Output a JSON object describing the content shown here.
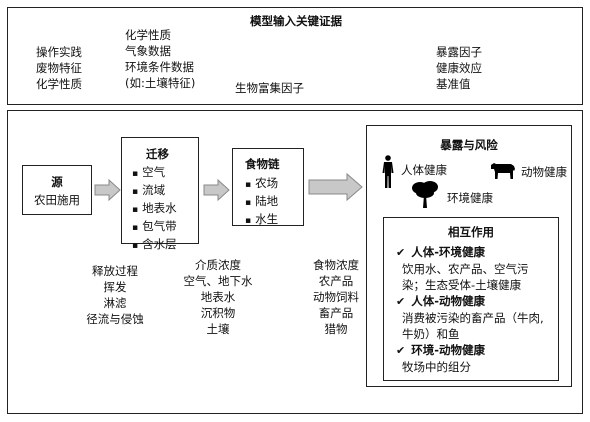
{
  "top_panel": {
    "title": "模型输入关键证据",
    "col1": [
      "操作实践",
      "废物特征",
      "化学性质"
    ],
    "col2": [
      "化学性质",
      "气象数据",
      "环境条件数据",
      "(如:土壤特征)"
    ],
    "col3": [
      "生物富集因子"
    ],
    "col4": [
      "暴露因子",
      "健康效应",
      "基准值"
    ]
  },
  "source": {
    "title": "源",
    "text": "农田施用",
    "notes": [
      "释放过程",
      "挥发",
      "淋滤",
      "径流与侵蚀"
    ]
  },
  "migration": {
    "title": "迁移",
    "items": [
      "空气",
      "流域",
      "地表水",
      "包气带",
      "含水层"
    ],
    "notes": [
      "介质浓度",
      "空气、地下水",
      "地表水",
      "沉积物",
      "土壤"
    ]
  },
  "food_chain": {
    "title": "食物链",
    "items": [
      "农场",
      "陆地",
      "水生"
    ],
    "notes": [
      "食物浓度",
      "农产品",
      "动物饲料",
      "畜产品",
      "猎物"
    ]
  },
  "exposure": {
    "title": "暴露与风险",
    "human_health": "人体健康",
    "animal_health": "动物健康",
    "env_health": "环境健康"
  },
  "interaction": {
    "title": "相互作用",
    "groups": [
      {
        "head": "人体-环境健康",
        "body": [
          "饮用水、农产品、空气污",
          "染；生态受体-土壤健康"
        ]
      },
      {
        "head": "人体-动物健康",
        "body": [
          "消费被污染的畜产品（牛肉,",
          "牛奶）和鱼"
        ]
      },
      {
        "head": "环境-动物健康",
        "body": [
          "牧场中的组分"
        ]
      }
    ]
  }
}
